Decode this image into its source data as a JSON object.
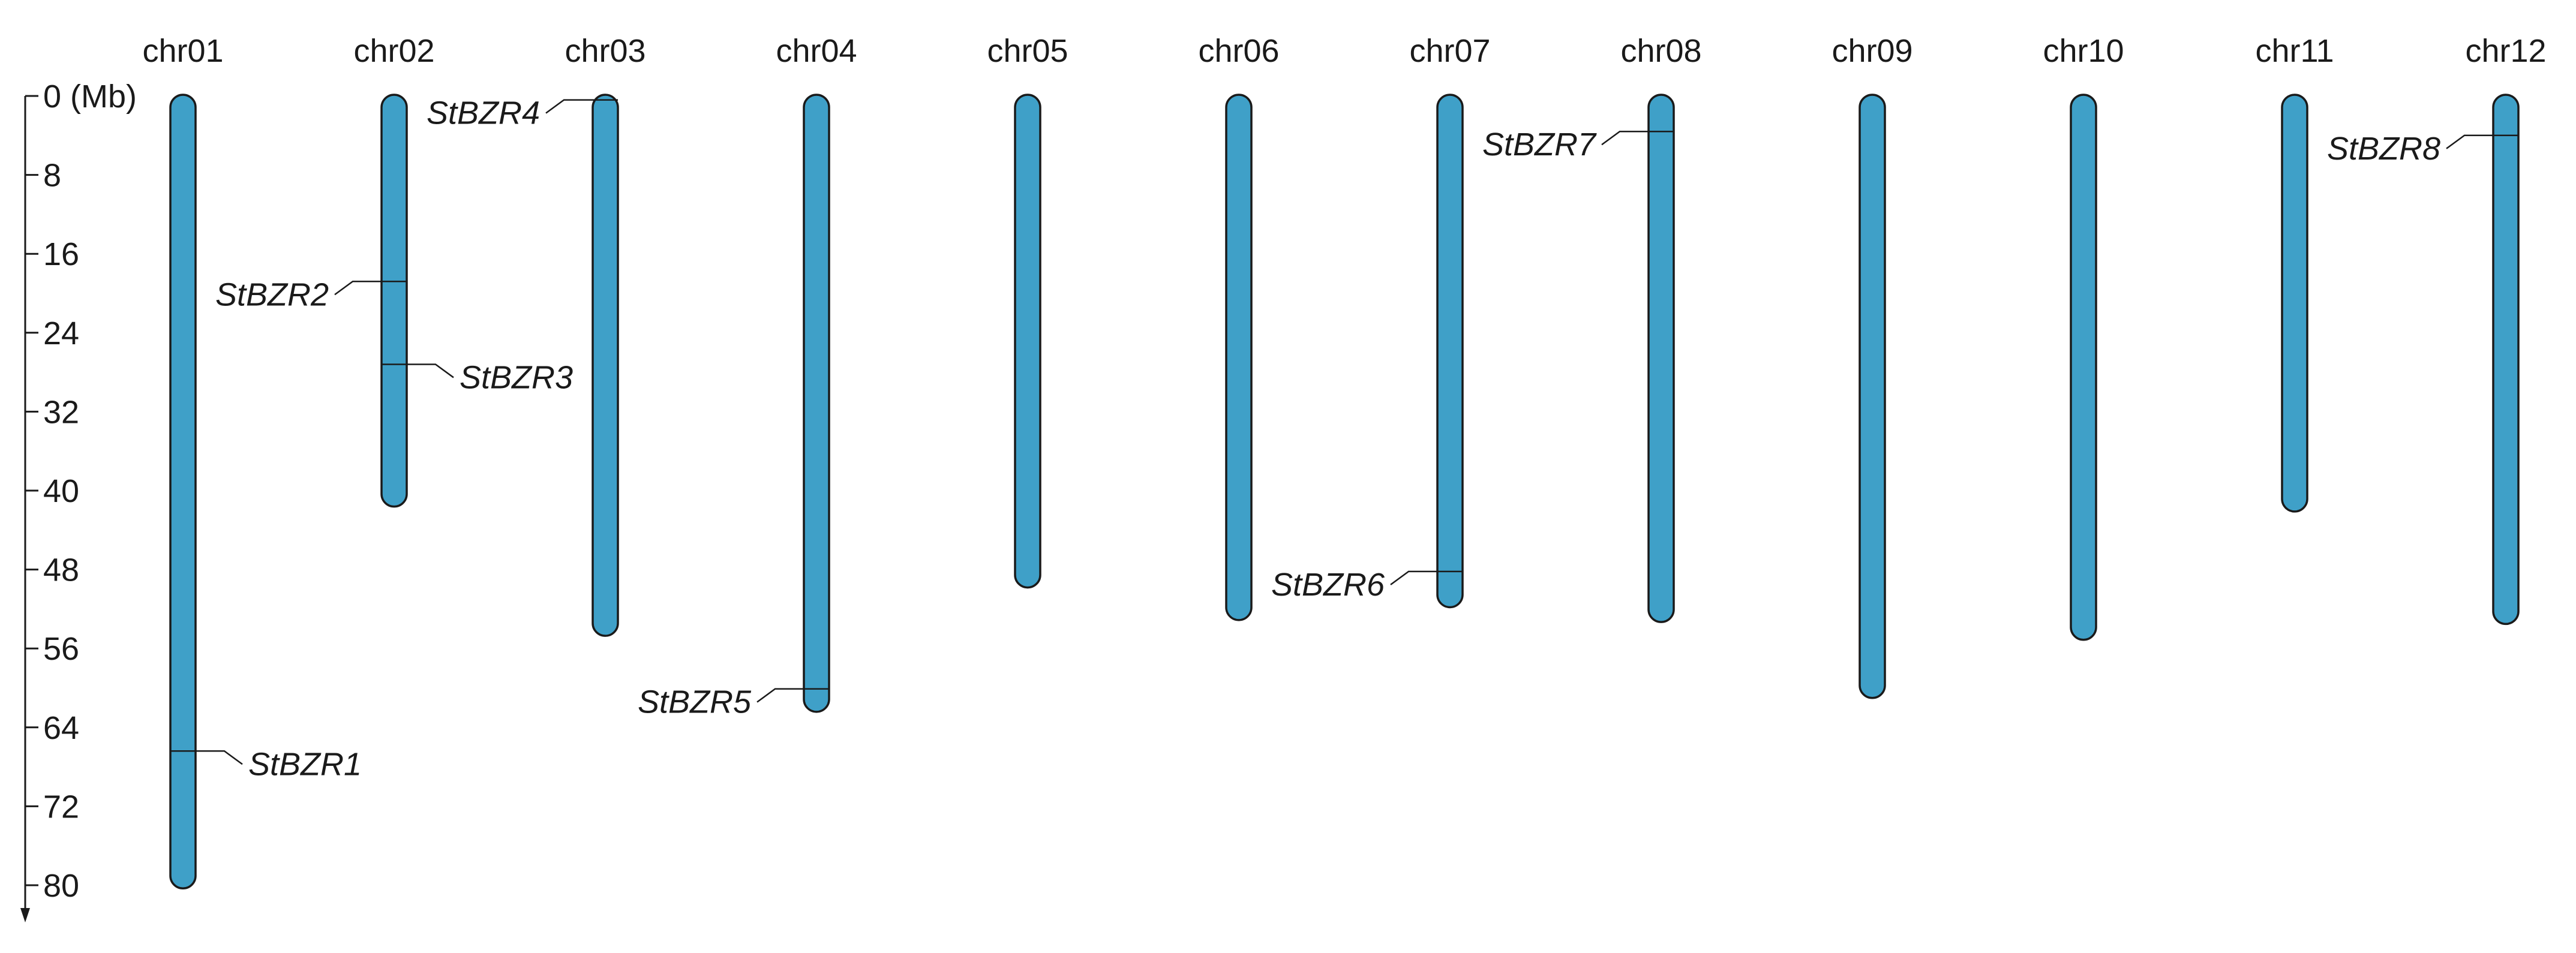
{
  "axis": {
    "unit_label": "(Mb)",
    "ticks": [
      0,
      8,
      16,
      24,
      32,
      40,
      48,
      56,
      64,
      72,
      80
    ]
  },
  "colors": {
    "chromosome_fill": "#3fa0c8",
    "chromosome_stroke": "#1a1a1a",
    "text": "#1a1a1a"
  },
  "chromosomes": [
    {
      "name": "chr01",
      "length": 80.2
    },
    {
      "name": "chr02",
      "length": 41.5
    },
    {
      "name": "chr03",
      "length": 54.6
    },
    {
      "name": "chr04",
      "length": 62.3
    },
    {
      "name": "chr05",
      "length": 49.7
    },
    {
      "name": "chr06",
      "length": 53.0
    },
    {
      "name": "chr07",
      "length": 51.7
    },
    {
      "name": "chr08",
      "length": 53.2
    },
    {
      "name": "chr09",
      "length": 60.9
    },
    {
      "name": "chr10",
      "length": 55.0
    },
    {
      "name": "chr11",
      "length": 42.0
    },
    {
      "name": "chr12",
      "length": 53.4
    }
  ],
  "genes": [
    {
      "name": "StBZR1",
      "chr": "chr01",
      "position": 66.4,
      "side": "right"
    },
    {
      "name": "StBZR2",
      "chr": "chr02",
      "position": 18.8,
      "side": "left"
    },
    {
      "name": "StBZR3",
      "chr": "chr02",
      "position": 27.2,
      "side": "right"
    },
    {
      "name": "StBZR4",
      "chr": "chr03",
      "position": 0.4,
      "side": "left"
    },
    {
      "name": "StBZR5",
      "chr": "chr04",
      "position": 60.1,
      "side": "left"
    },
    {
      "name": "StBZR6",
      "chr": "chr07",
      "position": 48.2,
      "side": "left"
    },
    {
      "name": "StBZR7",
      "chr": "chr08",
      "position": 3.6,
      "side": "left"
    },
    {
      "name": "StBZR8",
      "chr": "chr12",
      "position": 4.0,
      "side": "left"
    }
  ]
}
